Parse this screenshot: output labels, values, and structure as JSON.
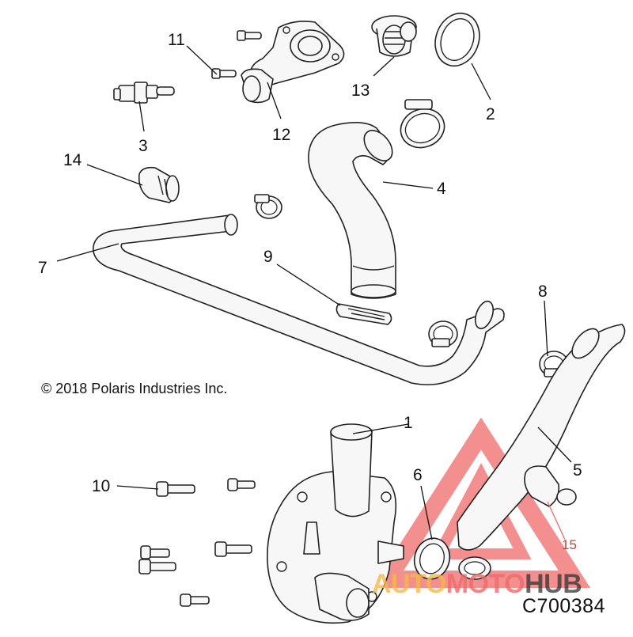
{
  "diagram": {
    "copyright": "© 2018 Polaris Industries Inc.",
    "code": "C700384",
    "callouts": [
      {
        "id": "1",
        "label": "1"
      },
      {
        "id": "2",
        "label": "2"
      },
      {
        "id": "3",
        "label": "3"
      },
      {
        "id": "4",
        "label": "4"
      },
      {
        "id": "5",
        "label": "5"
      },
      {
        "id": "6",
        "label": "6"
      },
      {
        "id": "7",
        "label": "7"
      },
      {
        "id": "8",
        "label": "8"
      },
      {
        "id": "9",
        "label": "9"
      },
      {
        "id": "10",
        "label": "10"
      },
      {
        "id": "11",
        "label": "11"
      },
      {
        "id": "12",
        "label": "12"
      },
      {
        "id": "13",
        "label": "13"
      },
      {
        "id": "14",
        "label": "14"
      },
      {
        "id": "15",
        "label": "15"
      }
    ]
  },
  "watermark": {
    "part_a": "AUTO",
    "part_b": "MOTO",
    "part_c": "HUB",
    "colors": {
      "orange": "#f6b94a",
      "red": "#f06a6a",
      "dark": "#333333"
    }
  }
}
